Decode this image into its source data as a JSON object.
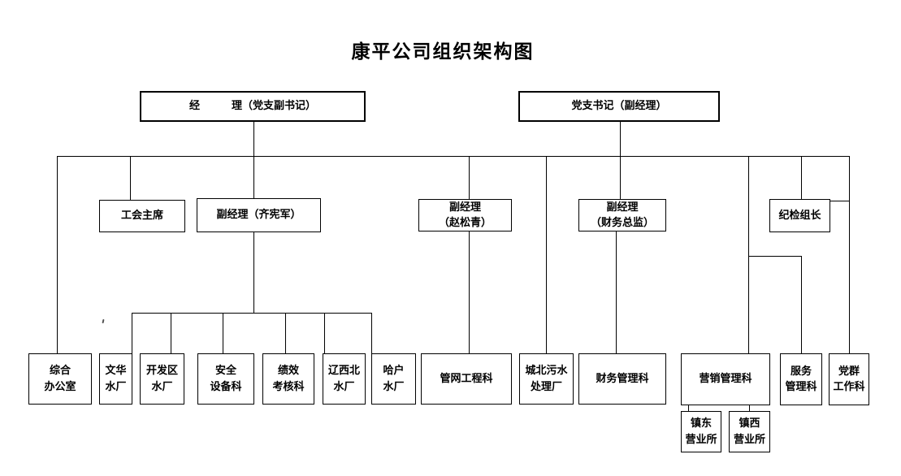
{
  "title": "康平公司组织架构图",
  "level1": {
    "manager": "经　　　理（党支副书记）",
    "party_secretary": "党支书记（副经理）"
  },
  "level2": {
    "union_chairman": "工会主席",
    "deputy_qi": "副经理（齐宪军）",
    "deputy_zhao": "副经理\n（赵松青）",
    "deputy_cfo": "副经理\n（财务总监）",
    "discipline_leader": "纪检组长"
  },
  "departments": {
    "general_office": "综合\n办公室",
    "wenhua_plant": "文华\n水厂",
    "kaifaqu_plant": "开发区\n水厂",
    "safety_equipment": "安全\n设备科",
    "performance_appraisal": "绩效\n考核科",
    "liaoxibei_plant": "辽西北\n水厂",
    "hahu_plant": "哈户\n水厂",
    "pipeline_engineering": "管网工程科",
    "chengbei_sewage_plant": "城北污水\n处理厂",
    "finance_management": "财务管理科",
    "marketing_management": "营销管理科",
    "service_management": "服务\n管理科",
    "party_mass_work": "党群\n工作科"
  },
  "sub_offices": {
    "zhendong_office": "镇东\n营业所",
    "zhenxi_office": "镇西\n营业所"
  },
  "colors": {
    "line": "#000000",
    "text": "#000000",
    "background": "#ffffff"
  }
}
